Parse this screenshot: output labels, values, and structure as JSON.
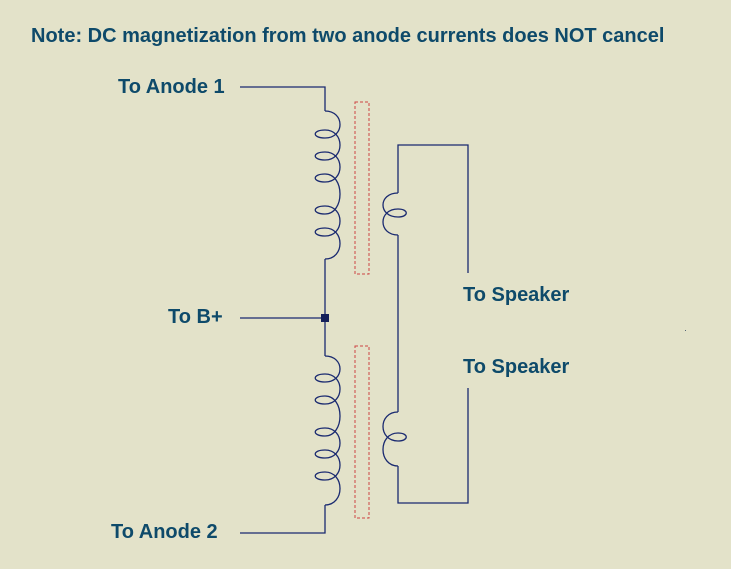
{
  "note": "Note: DC magnetization from two anode currents does NOT cancel",
  "labels": {
    "anode1": "To Anode 1",
    "bplus": "To B+",
    "anode2": "To Anode 2",
    "speaker_top": "To Speaker",
    "speaker_bottom": "To Speaker"
  },
  "colors": {
    "background": "#e3e2c9",
    "text": "#0e4a6a",
    "wire": "#1a2a70",
    "core": "#cc4444"
  }
}
